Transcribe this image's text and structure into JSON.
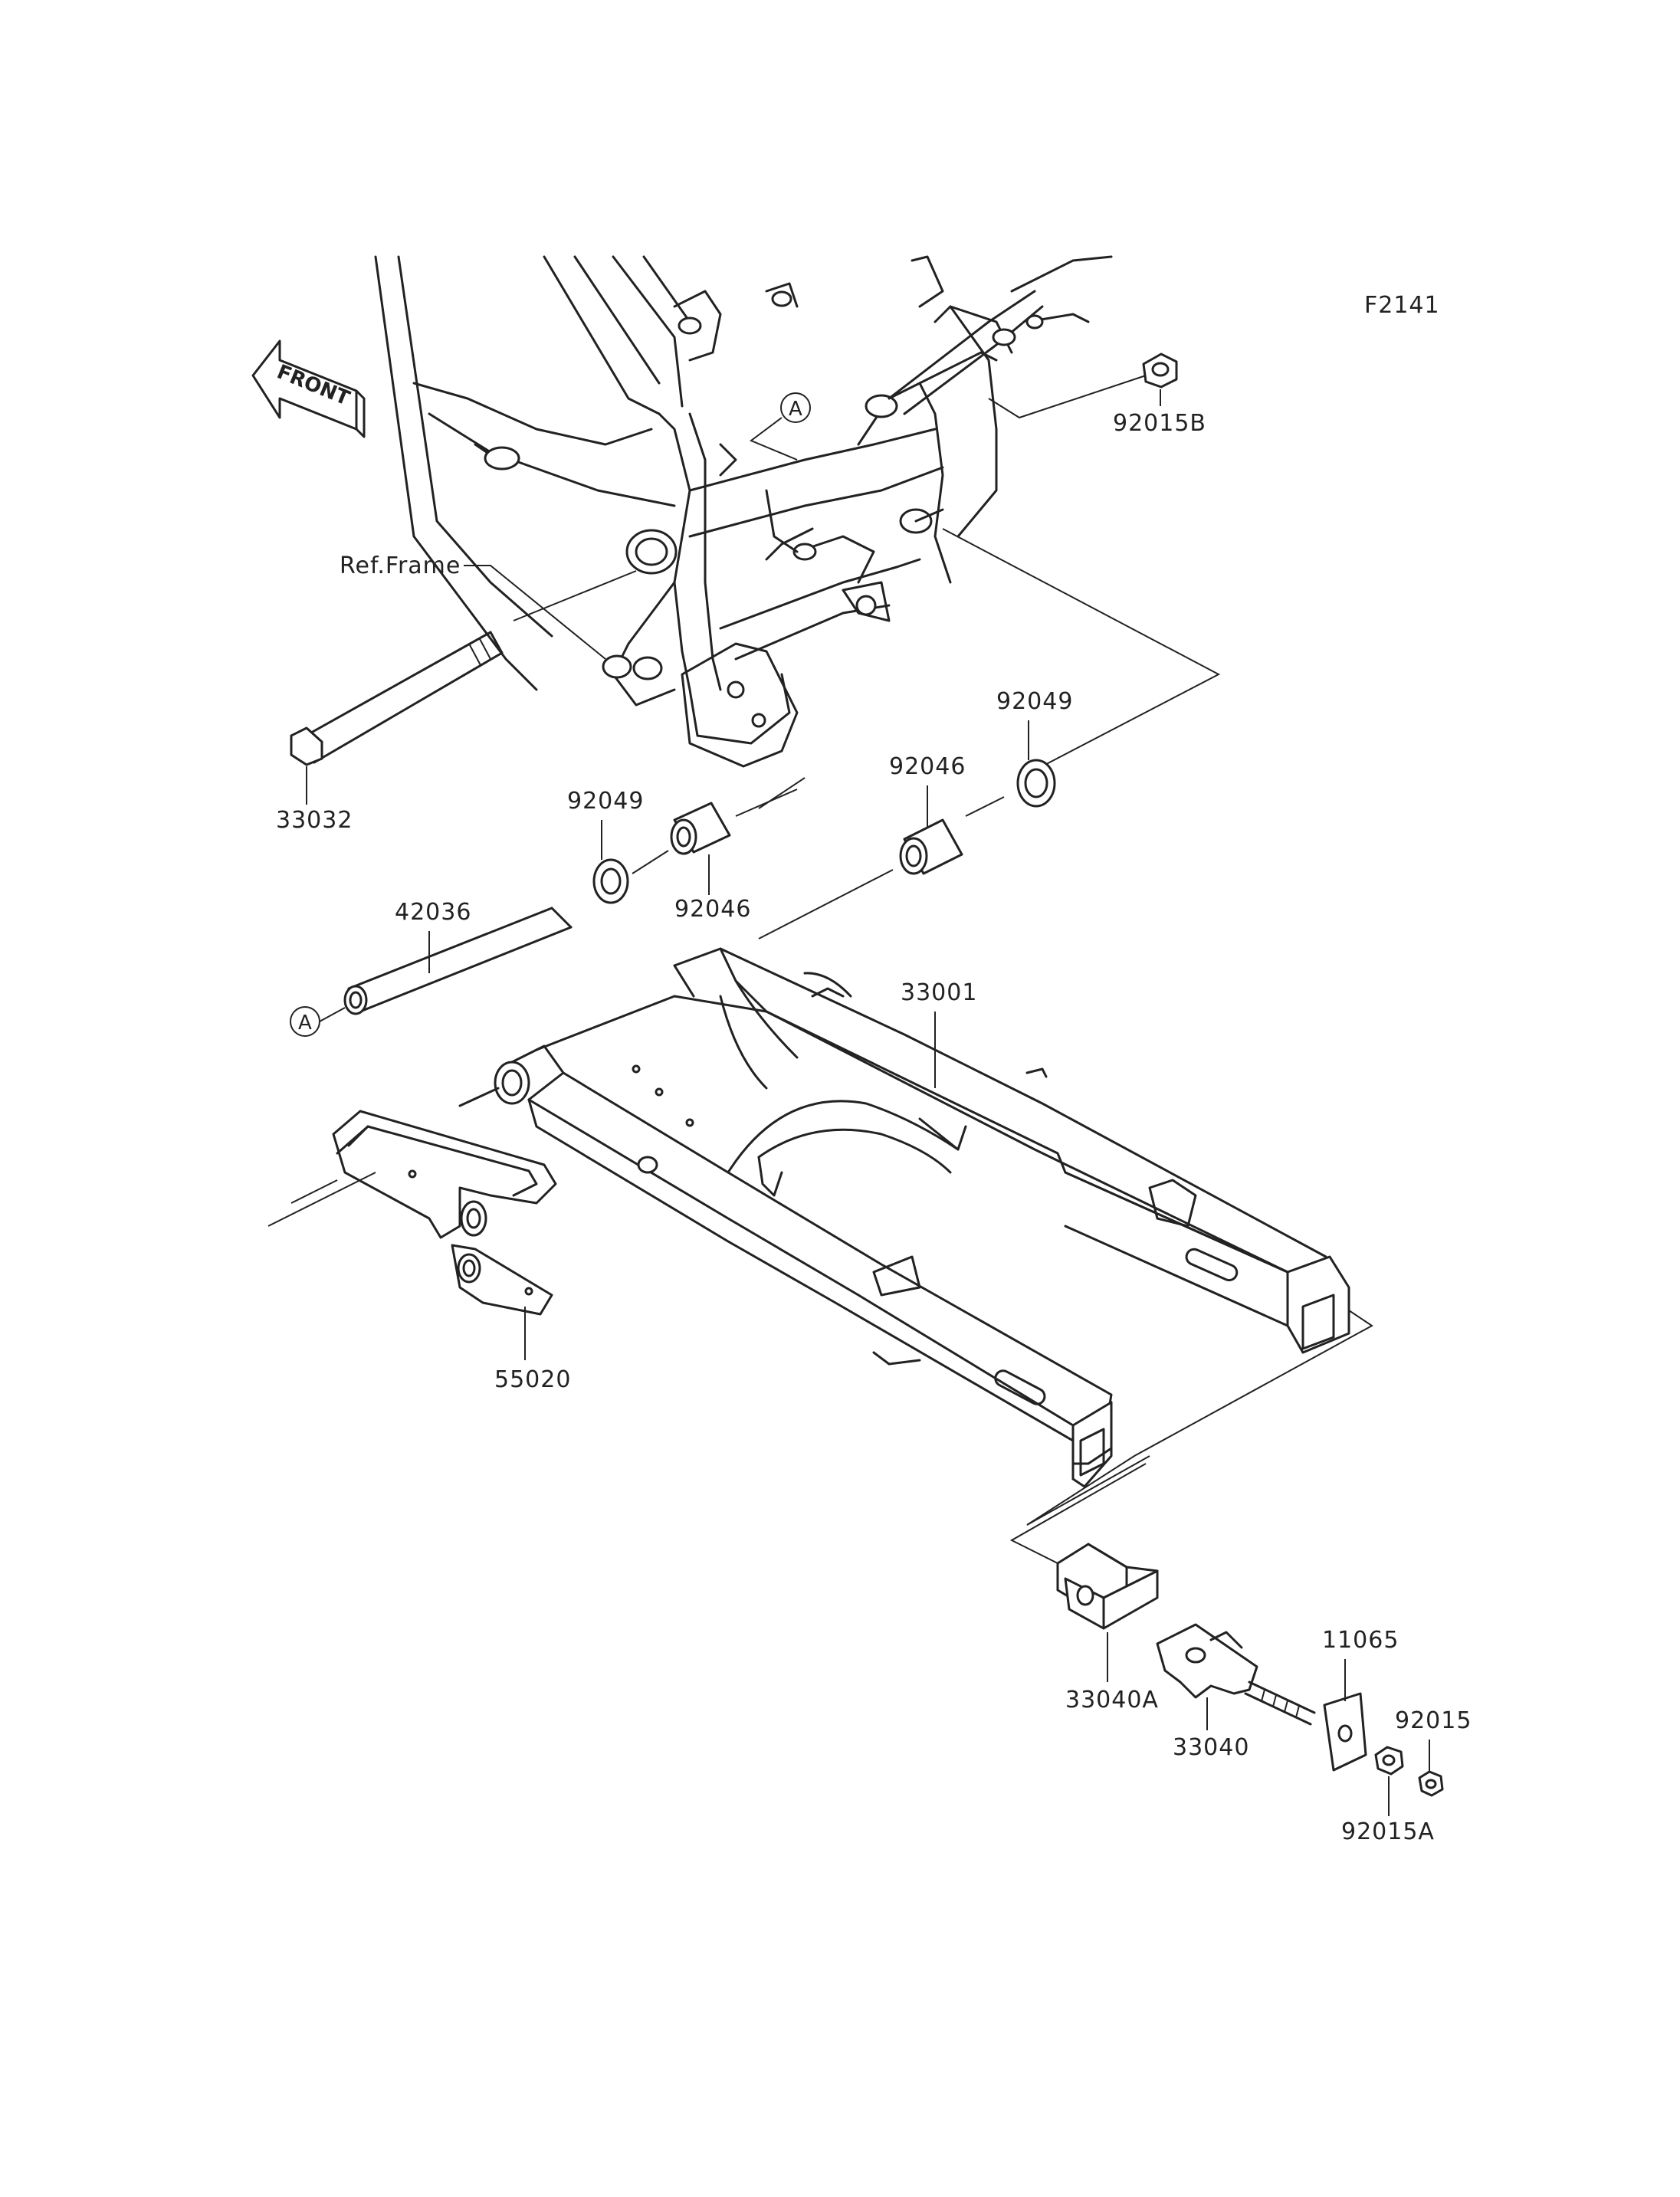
{
  "figure_code": "F2141",
  "front_label": "FRONT",
  "ref_frame_label": "Ref.Frame",
  "ref_marker": "A",
  "parts": {
    "p33032": "33032",
    "p42036": "42036",
    "p92049_left": "92049",
    "p92046_left": "92046",
    "p92046_right": "92046",
    "p92049_right": "92049",
    "p92015B": "92015B",
    "p33001": "33001",
    "p55020": "55020",
    "p33040A": "33040A",
    "p33040": "33040",
    "p11065": "11065",
    "p92015": "92015",
    "p92015A": "92015A"
  }
}
